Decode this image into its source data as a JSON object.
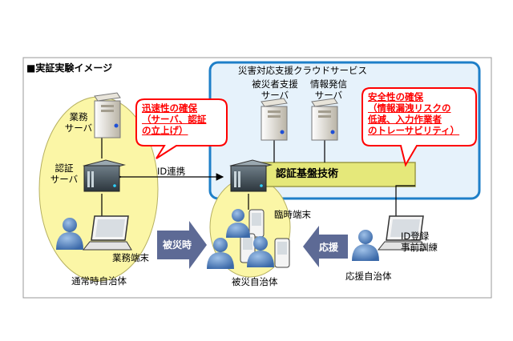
{
  "title": "■実証実験イメージ",
  "cloud": {
    "title": "災害対応支援クラウドサービス",
    "server1": [
      "被災者支援",
      "サーバ"
    ],
    "server2": [
      "情報発信",
      "サーバ"
    ],
    "auth_bar": "認証基盤技術"
  },
  "left_zone": {
    "business_server": [
      "業務",
      "サーバ"
    ],
    "auth_server": [
      "認証",
      "サーバ"
    ],
    "terminal": "業務端末",
    "caption": "通常時自治体"
  },
  "id_link": "ID連携",
  "callout_left": [
    "迅速性の確保",
    "（サーバ、認証",
    "の立上げ）"
  ],
  "callout_right": [
    "安全性の確保",
    "（情報漏洩リスクの",
    "低減、入力作業者",
    "のトレーサビリティ）"
  ],
  "temp_terminal": "臨時端末",
  "disaster_arrow": "被災時",
  "support_arrow": "応援",
  "affected_caption": "被災自治体",
  "support_notes": [
    "ID登録",
    "事前訓練"
  ],
  "support_caption": "応援自治体",
  "colors": {
    "cloud_fill": "#e6f2fb",
    "cloud_border": "#1e7fc8",
    "zone_fill": "#fbf6a6",
    "auth_bar_fill": "#e5e87a",
    "arrow_fill": "#5d6a95",
    "callout_border": "#ff0000"
  }
}
